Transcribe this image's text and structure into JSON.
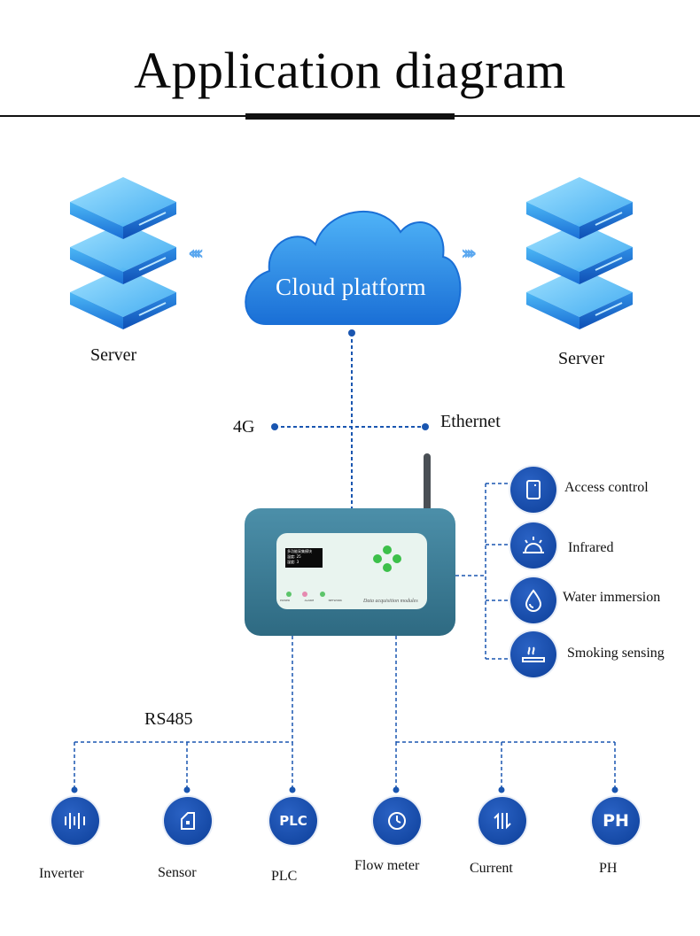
{
  "title": "Application diagram",
  "cloud": {
    "label": "Cloud platform"
  },
  "servers": {
    "left_label": "Server",
    "right_label": "Server"
  },
  "network": {
    "left_label": "4G",
    "right_label": "Ethernet"
  },
  "device": {
    "screen_lines": [
      "多功能采集模块",
      "温度: 25",
      "湿度: 3"
    ],
    "led_labels": [
      "POWER",
      "ALARM",
      "NETWORK"
    ],
    "caption": "Data acquisition modules"
  },
  "sensors_right": [
    {
      "label": "Access control",
      "icon": "door-icon"
    },
    {
      "label": "Infrared",
      "icon": "infrared-icon"
    },
    {
      "label": "Water immersion",
      "icon": "water-drop-icon"
    },
    {
      "label": "Smoking sensing",
      "icon": "smoke-icon"
    }
  ],
  "bus": {
    "label": "RS485"
  },
  "bottom_items": [
    {
      "label": "Inverter",
      "icon": "inverter-icon"
    },
    {
      "label": "Sensor",
      "icon": "sensor-icon"
    },
    {
      "label": "PLC",
      "icon": "plc-icon",
      "icon_text": "PLC"
    },
    {
      "label": "Flow meter",
      "icon": "flow-meter-icon"
    },
    {
      "label": "Current",
      "icon": "current-icon"
    },
    {
      "label": "PH",
      "icon": "ph-icon",
      "icon_text": "PH"
    }
  ],
  "colors": {
    "accent": "#0d4fa8",
    "cloud": "#2a8ae6",
    "device": "#3b7a93",
    "link": "#1a56b0"
  }
}
